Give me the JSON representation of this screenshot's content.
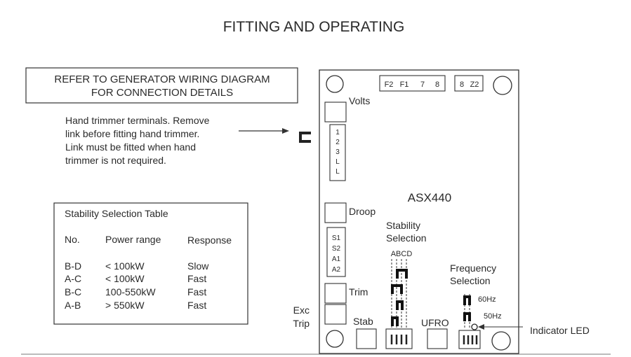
{
  "page": {
    "title": "FITTING AND OPERATING"
  },
  "notice_box": {
    "line1": "REFER TO GENERATOR WIRING DIAGRAM",
    "line2": "FOR CONNECTION DETAILS"
  },
  "hand_trimmer_note": {
    "lines": [
      "Hand trimmer terminals. Remove",
      "link before fitting hand trimmer.",
      "Link must be fitted when hand",
      "trimmer is not required."
    ]
  },
  "stability_table": {
    "title": "Stability Selection  Table",
    "headers": [
      "No.",
      "Power range",
      "Response"
    ],
    "rows": [
      [
        "B-D",
        "< 100kW",
        "Slow"
      ],
      [
        "A-C",
        "< 100kW",
        "Fast"
      ],
      [
        "B-C",
        "100-550kW",
        "Fast"
      ],
      [
        "A-B",
        "> 550kW",
        "Fast"
      ]
    ]
  },
  "board": {
    "model": "ASX440",
    "top_terminals_left": [
      "F2",
      "F1",
      "7",
      "8"
    ],
    "top_terminals_right": [
      "8",
      "Z2"
    ],
    "volts_label": "Volts",
    "hand_trimmer_terminals": [
      "1",
      "2",
      "3",
      "L",
      "L"
    ],
    "droop_label": "Droop",
    "stability_terminals": [
      "S1",
      "S2",
      "A1",
      "A2"
    ],
    "stability_selection_label_1": "Stability",
    "stability_selection_label_2": "Selection",
    "stability_pins_label": "ABCD",
    "trim_label": "Trim",
    "exc_trip_label_1": "Exc",
    "exc_trip_label_2": "Trip",
    "stab_label": "Stab",
    "ufro_label": "UFRO",
    "frequency_selection_label_1": "Frequency",
    "frequency_selection_label_2": "Selection",
    "freq_60_label": "60Hz",
    "freq_50_label": "50Hz",
    "indicator_led_label": "Indicator LED"
  }
}
